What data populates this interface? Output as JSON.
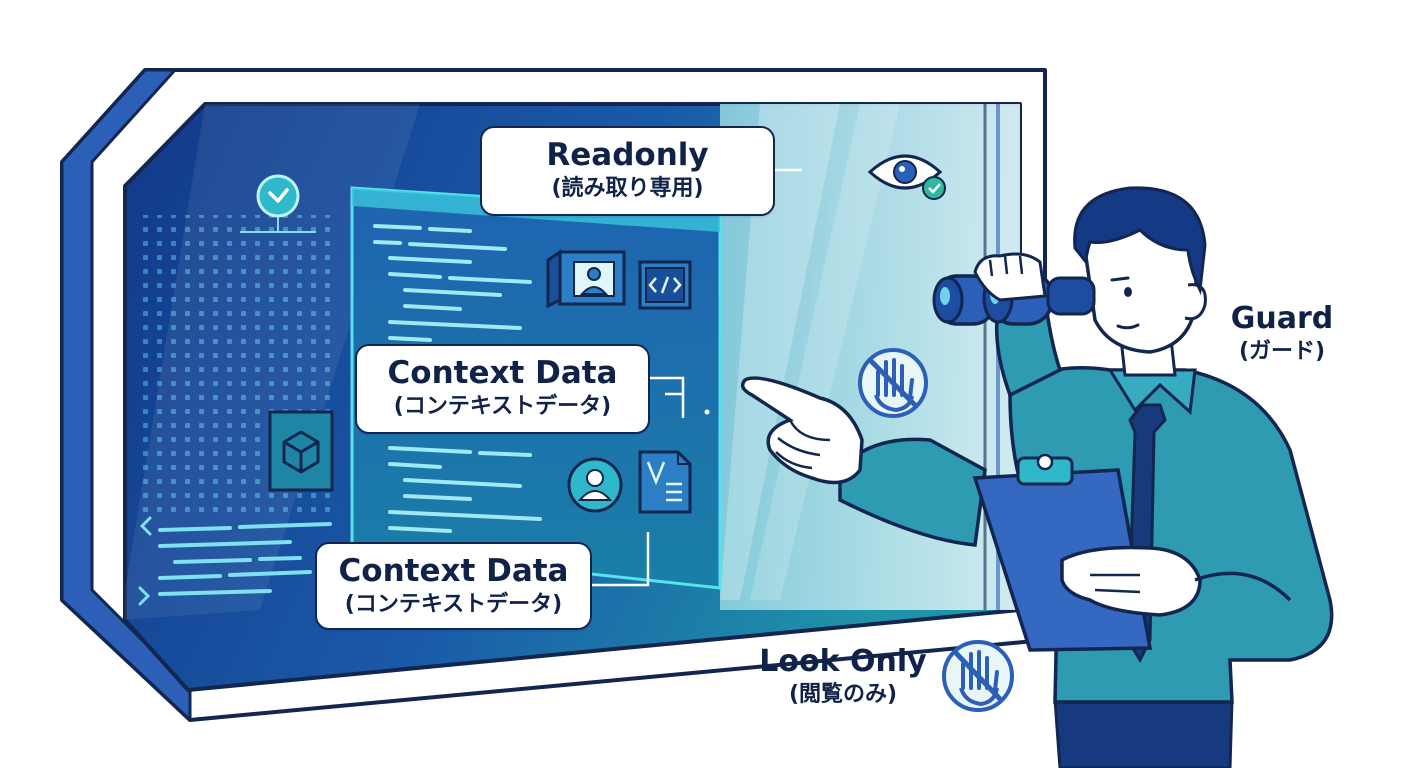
{
  "labels": {
    "readonly": {
      "title": "Readonly",
      "subtitle": "(読み取り専用)"
    },
    "context1": {
      "title": "Context Data",
      "subtitle": "(コンテキストデータ)"
    },
    "context2": {
      "title": "Context Data",
      "subtitle": "(コンテキストデータ)"
    },
    "guard": {
      "title": "Guard",
      "subtitle": "(ガード)"
    },
    "look_only": {
      "title": "Look Only",
      "subtitle": "(閲覧のみ)"
    }
  },
  "colors": {
    "navy": "#12264f",
    "frame_blue": "#2c5fb8",
    "screen_deep": "#123c8c",
    "screen_teal": "#1d8ea6",
    "glass": "#cdebf1",
    "shirt": "#2e9bb3",
    "clipboard": "#3568c0",
    "accent_cyan": "#55e3ee"
  },
  "icons": [
    "eye-check-icon",
    "no-touch-hand-icon",
    "user-card-icon",
    "code-brackets-icon",
    "box-icon",
    "shield-check-icon",
    "user-circle-icon",
    "document-icon",
    "chevron-left-icon",
    "chevron-right-icon"
  ]
}
